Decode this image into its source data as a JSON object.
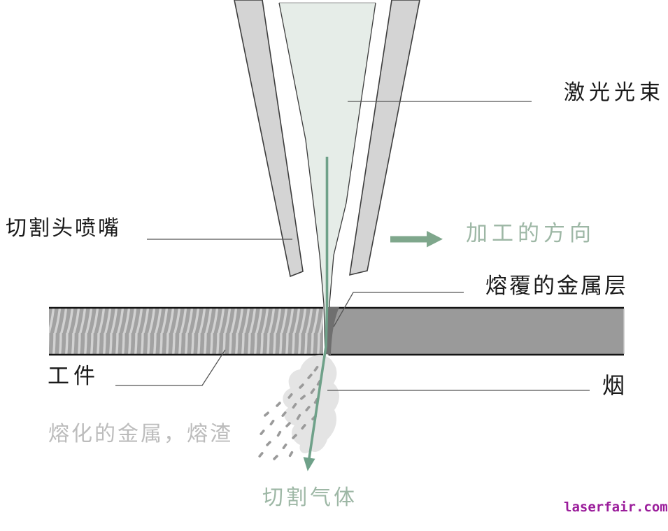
{
  "diagram": {
    "title_hint": "laser cutting process schematic",
    "labels": {
      "laser_beam": "激光光束",
      "nozzle": "切割头喷嘴",
      "process_direction": "加工的方向",
      "clad_metal_layer": "熔覆的金属层",
      "workpiece": "工件",
      "smoke": "烟",
      "molten_metal_slag": "熔化的金属，熔渣",
      "cutting_gas": "切割气体"
    },
    "watermark": "laserfair.com",
    "colors": {
      "beam_fill": "#e6ede8",
      "gas_green": "#6fa189",
      "arrow_green": "#7fa78c",
      "label_green": "#9db7a5",
      "label_gray": "#bcbcbc",
      "label_dark": "#1a1a1a",
      "nozzle_gray": "#d4d4d4",
      "workpiece_gray": "#9a9a9a",
      "stripe_dark": "#a2a2a2",
      "stripe_light": "#d2d2d2",
      "clad_gray": "#6f6f6f",
      "smoke_gray": "#e4e4e4",
      "slag_gray": "#9a9a9a",
      "watermark_purple": "#9b1d9b",
      "outline_dark": "#3d3d3d",
      "leader_line": "#555555"
    }
  }
}
